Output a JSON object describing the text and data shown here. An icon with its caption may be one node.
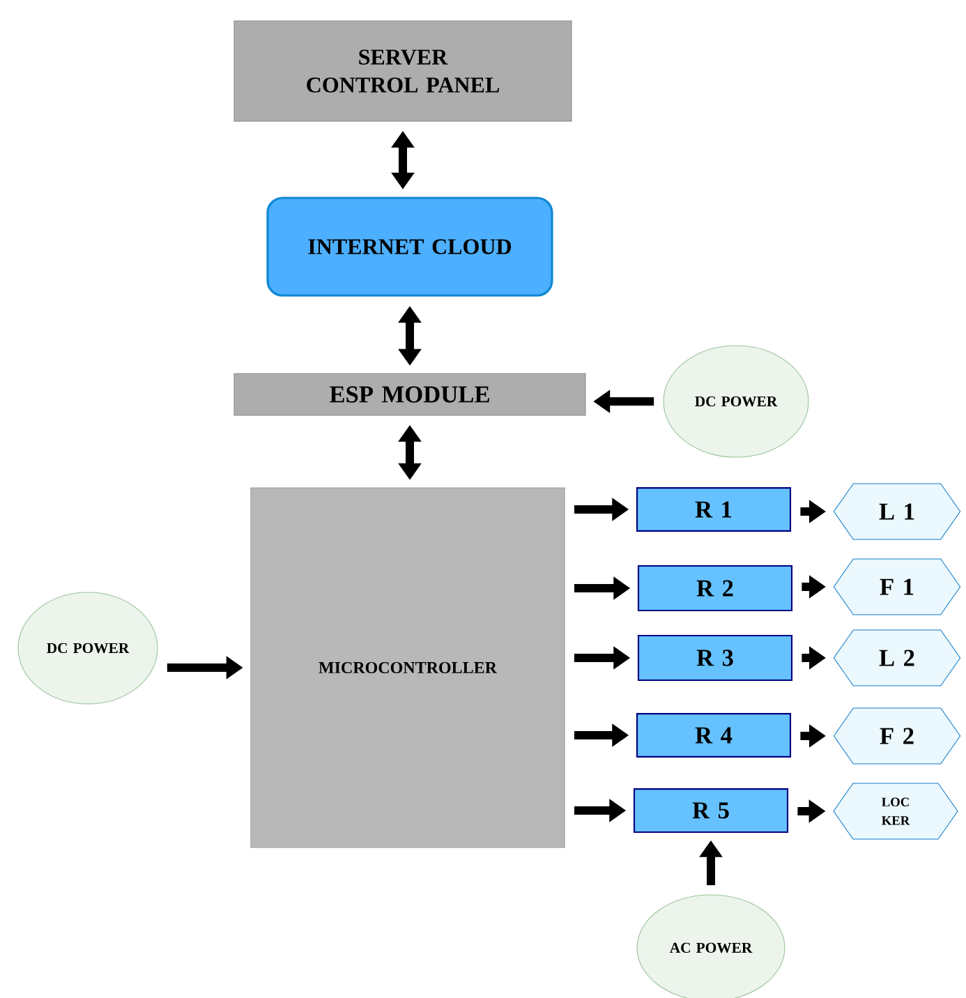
{
  "diagram": {
    "nodes": [
      {
        "text": [
          "SERVER CONTROL PANEL"
        ]
      },
      {
        "text": [
          "INTERNET CLOUD"
        ]
      },
      {
        "text": [
          "ESP MODULE"
        ]
      },
      {
        "text": [
          "DC POWER"
        ]
      },
      {
        "text": [
          "MICROCONTROLLER"
        ]
      },
      {
        "text": [
          "DC POWER"
        ]
      },
      {
        "text": [
          "R 1"
        ]
      },
      {
        "text": [
          "R 2"
        ]
      },
      {
        "text": [
          "R 3"
        ]
      },
      {
        "text": [
          "R 4"
        ]
      },
      {
        "text": [
          "R 5"
        ]
      },
      {
        "text": [
          "L 1"
        ]
      },
      {
        "text": [
          "F 1"
        ]
      },
      {
        "text": [
          "L 2"
        ]
      },
      {
        "text": [
          "F 2"
        ]
      },
      {
        "text": [
          "LOC KER"
        ]
      },
      {
        "text": [
          "AC POWER"
        ]
      }
    ],
    "edges": [
      {
        "from": 0,
        "to": 1,
        "arrow": "both"
      },
      {
        "from": 1,
        "to": 2,
        "arrow": "both"
      },
      {
        "from": 2,
        "to": 4,
        "arrow": "both"
      },
      {
        "from": 3,
        "to": 2,
        "arrow": "to"
      },
      {
        "from": 5,
        "to": 4,
        "arrow": "to"
      },
      {
        "from": 4,
        "to": 6,
        "arrow": "to"
      },
      {
        "from": 4,
        "to": 7,
        "arrow": "to"
      },
      {
        "from": 4,
        "to": 8,
        "arrow": "to"
      },
      {
        "from": 4,
        "to": 9,
        "arrow": "to"
      },
      {
        "from": 4,
        "to": 10,
        "arrow": "to"
      },
      {
        "from": 6,
        "to": 11,
        "arrow": "to"
      },
      {
        "from": 7,
        "to": 12,
        "arrow": "to"
      },
      {
        "from": 8,
        "to": 13,
        "arrow": "to"
      },
      {
        "from": 9,
        "to": 14,
        "arrow": "to"
      },
      {
        "from": 10,
        "to": 15,
        "arrow": "to"
      },
      {
        "from": 16,
        "to": 10,
        "arrow": "to"
      }
    ]
  }
}
